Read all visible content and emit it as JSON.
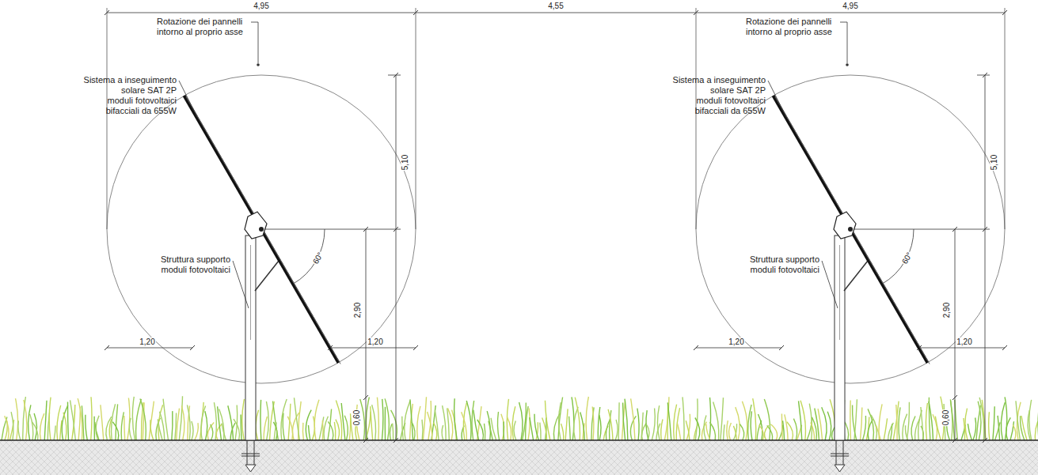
{
  "diagram": {
    "labels": [
      "4,95",
      "4,55",
      "4,95",
      "Rotazione dei pannelli intorno al proprio asse",
      "Sistema a inseguimento solare SAT 2P moduli fotovoltaici bifacciali da 655W",
      "Struttura supporto moduli fotovoltaici",
      "60°",
      "5,10",
      "2,90",
      "1,20",
      "1,20",
      "0,60",
      "Rotazione dei pannelli intorno al proprio asse",
      "Sistema a inseguimento solare SAT 2P moduli fotovoltaici bifacciali da 655W",
      "Struttura supporto moduli fotovoltaici",
      "60°",
      "5,10",
      "2,90",
      "1,20",
      "1,20",
      "0,60"
    ]
  }
}
